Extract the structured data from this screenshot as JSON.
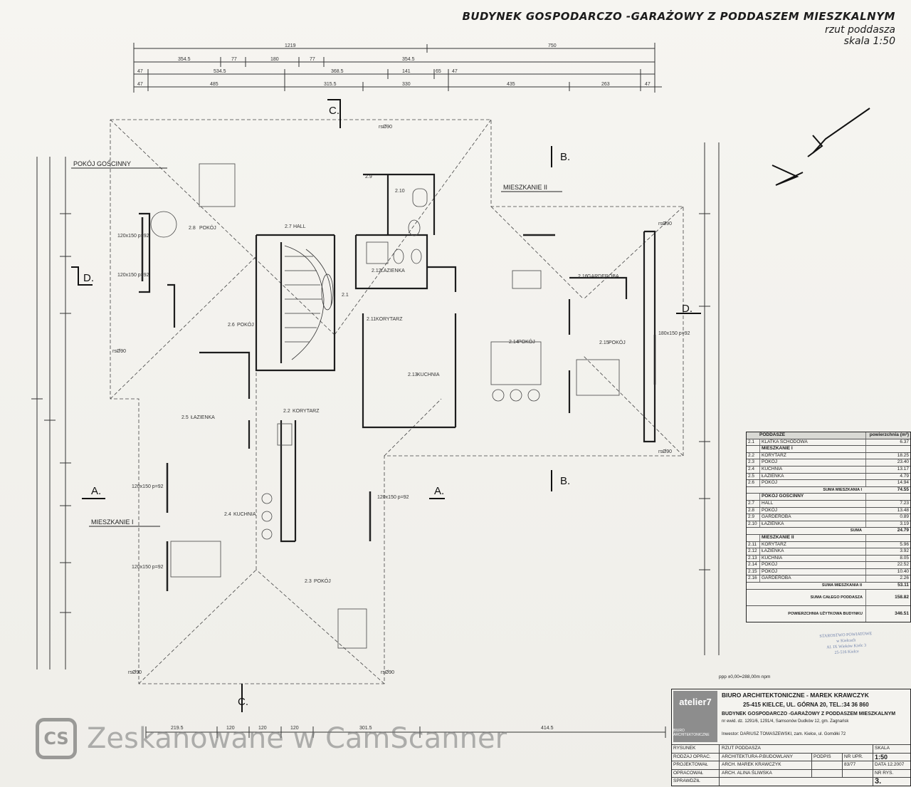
{
  "title": {
    "line1": "BUDYNEK GOSPODARCZO -GARAŻOWY Z PODDASZEM MIESZKALNYM",
    "line2": "rzut poddasza",
    "line3": "skala 1:50"
  },
  "labels": {
    "pokoj_goscinny": "POKÓJ GOŚCINNY",
    "mieszkanie_ii": "MIESZKANIE II",
    "mieszkanie_i": "MIESZKANIE I",
    "sec_a_left": "A.",
    "sec_a_right": "A.",
    "sec_b_top": "B.",
    "sec_b_bottom": "B.",
    "sec_c_top": "C.",
    "sec_c_bottom": "C.",
    "sec_d_left": "D.",
    "sec_d_right": "D.",
    "rs_top": "rsØ90",
    "rs_right": "rsØ90",
    "rs_left": "rsØ90",
    "rs_bottom_left": "rsØ90",
    "rs_bottom_right": "rsØ90",
    "rs_right_mid": "rsØ90"
  },
  "dims_top": {
    "row1": [
      "1219",
      "750"
    ],
    "row2": [
      "354.5",
      "77",
      "180",
      "77",
      "354.5"
    ],
    "row3": [
      "47",
      "534.5",
      "368.5",
      "141",
      "65",
      "47"
    ],
    "row4": [
      "47",
      "485",
      "315.5",
      "330",
      "435",
      "263",
      "47"
    ]
  },
  "dims_bottom": [
    "219.5",
    "120",
    "120",
    "120",
    "301.5",
    "414.5"
  ],
  "rooms": [
    {
      "no": "2.1",
      "name": "KLATKA SCHODOWA"
    },
    {
      "no": "2.2",
      "name": "KORYTARZ"
    },
    {
      "no": "2.3",
      "name": "POKÓJ"
    },
    {
      "no": "2.4",
      "name": "KUCHNIA"
    },
    {
      "no": "2.5",
      "name": "ŁAZIENKA"
    },
    {
      "no": "2.6",
      "name": "POKÓJ"
    },
    {
      "no": "2.7",
      "name": "HALL"
    },
    {
      "no": "2.8",
      "name": "POKÓJ"
    },
    {
      "no": "2.9",
      "name": "GARDEROBA"
    },
    {
      "no": "2.10",
      "name": "ŁAZIENKA"
    },
    {
      "no": "2.11",
      "name": "KORYTARZ"
    },
    {
      "no": "2.12",
      "name": "ŁAZIENKA"
    },
    {
      "no": "2.13",
      "name": "KUCHNIA"
    },
    {
      "no": "2.14",
      "name": "POKÓJ"
    },
    {
      "no": "2.15",
      "name": "POKÓJ"
    },
    {
      "no": "2.16",
      "name": "GARDEROBA"
    }
  ],
  "windows": [
    "120x150 p=92",
    "120x150 p=92",
    "180x150 p=92",
    "120x150 p=92",
    "120x150 p=92",
    "120x150 p=92"
  ],
  "area_table": {
    "header": "PODDASZE",
    "header_right": "powierzchnia (m²)",
    "rows": [
      {
        "no": "2.1",
        "name": "KLATKA SCHODOWA",
        "val": "6.37"
      },
      {
        "no": "",
        "name": "MIESZKANIE I",
        "val": "",
        "group": true
      },
      {
        "no": "2.2",
        "name": "KORYTARZ",
        "val": "18.25"
      },
      {
        "no": "2.3",
        "name": "POKÓJ",
        "val": "23.40"
      },
      {
        "no": "2.4",
        "name": "KUCHNIA",
        "val": "13.17"
      },
      {
        "no": "2.5",
        "name": "ŁAZIENKA",
        "val": "4.79"
      },
      {
        "no": "2.6",
        "name": "POKÓJ",
        "val": "14.94"
      },
      {
        "no": "",
        "name": "SUMA MIESZKANIA I",
        "val": "74.55",
        "sum": true
      },
      {
        "no": "",
        "name": "POKÓJ GOŚCINNY",
        "val": "",
        "group": true
      },
      {
        "no": "2.7",
        "name": "HALL",
        "val": "7.23"
      },
      {
        "no": "2.8",
        "name": "POKÓJ",
        "val": "13.48"
      },
      {
        "no": "2.9",
        "name": "GARDEROBA",
        "val": "0.89"
      },
      {
        "no": "2.10",
        "name": "ŁAZIENKA",
        "val": "3.19"
      },
      {
        "no": "",
        "name": "SUMA",
        "val": "24.79",
        "sum": true
      },
      {
        "no": "",
        "name": "MIESZKANIE II",
        "val": "",
        "group": true
      },
      {
        "no": "2.11",
        "name": "KORYTARZ",
        "val": "5.96"
      },
      {
        "no": "2.12",
        "name": "ŁAZIENKA",
        "val": "3.92"
      },
      {
        "no": "2.13",
        "name": "KUCHNIA",
        "val": "8.05"
      },
      {
        "no": "2.14",
        "name": "POKÓJ",
        "val": "22.52"
      },
      {
        "no": "2.15",
        "name": "POKÓJ",
        "val": "10.40"
      },
      {
        "no": "2.16",
        "name": "GARDEROBA",
        "val": "2.26"
      },
      {
        "no": "",
        "name": "SUMA MIESZKANIA II",
        "val": "53.11",
        "sum": true
      }
    ],
    "total_label": "SUMA CAŁEGO PODDASZA",
    "total_val": "158.82",
    "usable_label": "POWIERZCHNIA UŻYTKOWA BUDYNKU",
    "usable_val": "346.51"
  },
  "ppp": "ppp ±0,00=288,00m npm",
  "stamp": [
    "STAROSTWO POWIATOWE",
    "w Kielcach",
    "Al. IX Wieków Kielc 3",
    "25-516 Kielce"
  ],
  "title_block": {
    "logo": "atelier7",
    "logo_sub": "BIURO ARCHITEKTONICZNE",
    "office": "BIURO ARCHITEKTONICZNE - MAREK KRAWCZYK",
    "address": "25-415 KIELCE, UL. GÓRNA 20, TEL.:34 36 860",
    "project": "BUDYNEK GOSPODARCZO -GARAŻOWY Z PODDASZEM MIESZKALNYM",
    "location": "nr ewid. dz. 1291/6, 1291/4, Samsonów Dudków 12, gm. Zagnańsk",
    "investor": "Inwestor: DARIUSZ TOMASZEWSKI, zam. Kielce, ul. Gomółki 72",
    "rysunek_k": "RYSUNEK",
    "rysunek_v": "RZUT PODDASZA",
    "skala_k": "SKALA",
    "skala_v": "1:50",
    "rodzaj_k": "RODZAJ OPRAC.",
    "rodzaj_v": "ARCHITEKTURA-P.BUDOWLANY",
    "podpis_k": "PODPIS",
    "nrupr_k": "NR UPR.",
    "data_k": "DATA",
    "data_v": "12.2007",
    "proj_k": "PROJEKTOWAŁ",
    "proj_v": "ARCH. MAREK KRAWCZYK",
    "proj_nr": "83/77",
    "oprac_k": "OPRACOWAŁ",
    "oprac_v": "ARCH. ALINA ŚLIWSKA",
    "nrrys_k": "NR RYS.",
    "nrrys_v": "3.",
    "spraw_k": "SPRAWDZIŁ"
  },
  "watermark": {
    "icon": "CS",
    "text": "Zeskanowane w CamScanner"
  }
}
